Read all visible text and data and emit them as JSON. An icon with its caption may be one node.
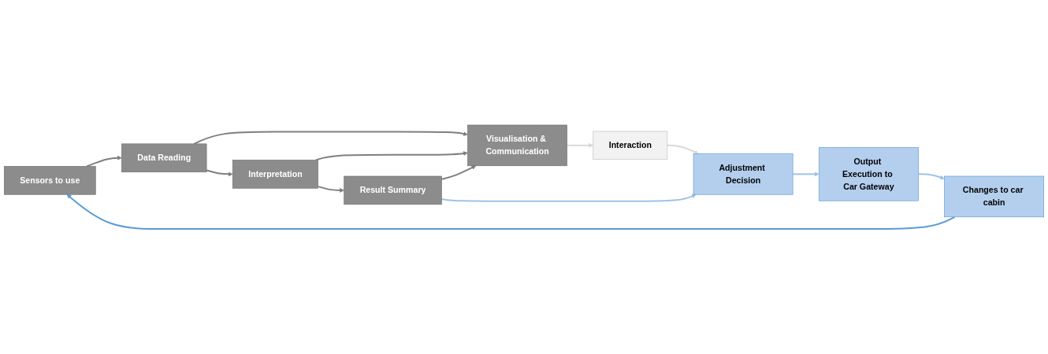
{
  "diagram": {
    "nodes": [
      {
        "text": [
          "Sensors to use"
        ]
      },
      {
        "text": [
          "Data Reading"
        ]
      },
      {
        "text": [
          "Interpretation"
        ]
      },
      {
        "text": [
          "Result Summary"
        ]
      },
      {
        "text": [
          "Visualisation & Communication"
        ]
      },
      {
        "text": [
          "Interaction"
        ]
      },
      {
        "text": [
          "Adjustment Decision"
        ]
      },
      {
        "text": [
          "Output Execution to Car Gateway"
        ]
      },
      {
        "text": [
          "Changes to car cabin"
        ]
      }
    ],
    "edges": [
      {
        "from": 0,
        "to": 1,
        "arrow": "to"
      },
      {
        "from": 1,
        "to": 2,
        "arrow": "to"
      },
      {
        "from": 2,
        "to": 3,
        "arrow": "to"
      },
      {
        "from": 1,
        "to": 4,
        "arrow": "to"
      },
      {
        "from": 2,
        "to": 4,
        "arrow": "to"
      },
      {
        "from": 3,
        "to": 4,
        "arrow": "to"
      },
      {
        "from": 4,
        "to": 5,
        "arrow": "to",
        "color": "#d9d9d9"
      },
      {
        "from": 5,
        "to": 6,
        "arrow": "to",
        "color": "#d9d9d9"
      },
      {
        "from": 3,
        "to": 6,
        "arrow": "to",
        "color": "#9dc3e6"
      },
      {
        "from": 6,
        "to": 7,
        "arrow": "to",
        "color": "#9dc3e6"
      },
      {
        "from": 7,
        "to": 8,
        "arrow": "to",
        "color": "#9dc3e6"
      },
      {
        "from": 8,
        "to": 0,
        "arrow": "to",
        "color": "#5b9bd5"
      }
    ]
  }
}
